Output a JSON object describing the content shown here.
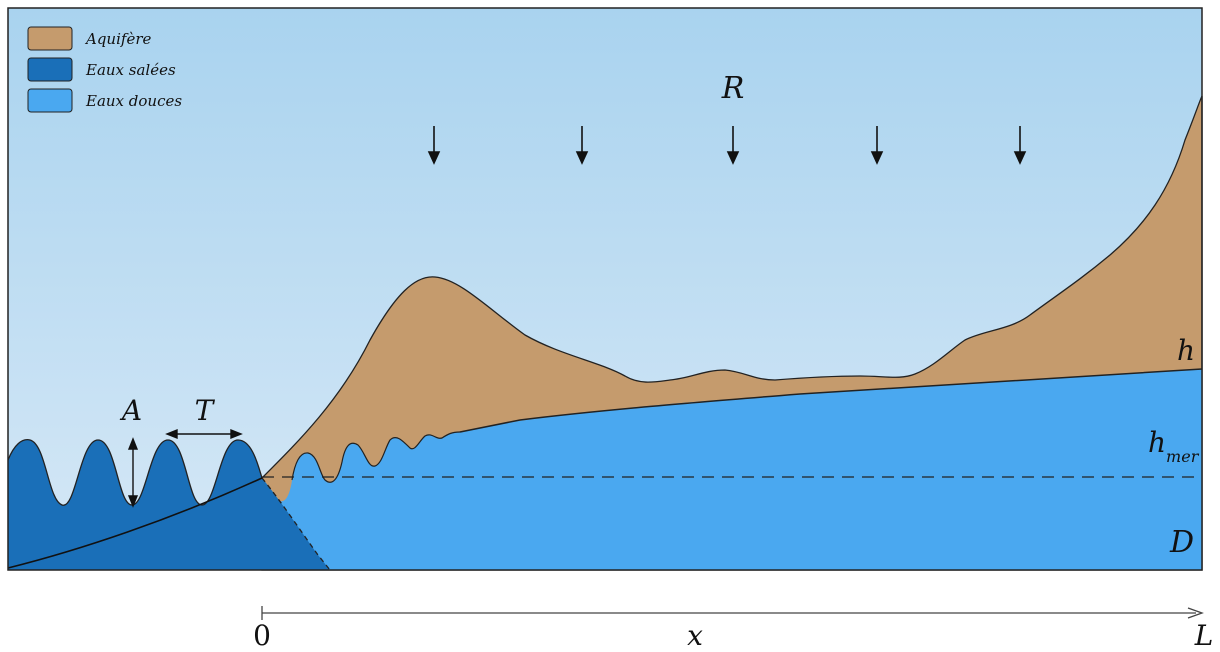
{
  "legend": {
    "items": [
      {
        "label": "Aquifère",
        "color": "#c59b6d"
      },
      {
        "label": "Eaux salées",
        "color": "#1a6fb8"
      },
      {
        "label": "Eaux douces",
        "color": "#4aa8f0"
      }
    ]
  },
  "labels": {
    "recharge": "R",
    "head": "h",
    "sea_level_main": "h",
    "sea_level_sub": "mer",
    "depth": "D",
    "amplitude": "A",
    "period": "T"
  },
  "axis": {
    "origin": "0",
    "variable": "x",
    "end": "L"
  },
  "colors": {
    "sky_top": "#a9d3ef",
    "sky_bottom": "#d3e6f5",
    "aquifer": "#c59b6d",
    "salt_water": "#1a6fb8",
    "fresh_water": "#4aa8f0",
    "outline": "#222222"
  }
}
